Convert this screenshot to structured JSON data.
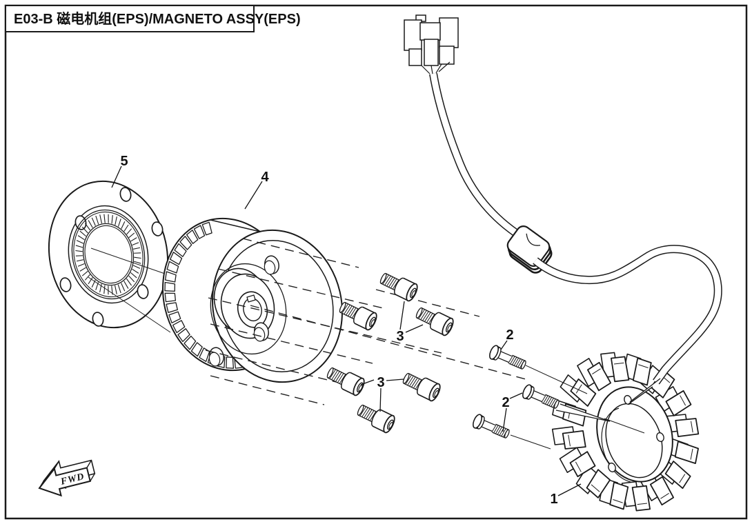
{
  "header": {
    "title": "E03-B 磁电机组(EPS)/MAGNETO ASSY(EPS)"
  },
  "callouts": {
    "n1": "1",
    "n2_upper": "2",
    "n2_lower": "2",
    "n3_upper": "3",
    "n3_lower": "3",
    "n4": "4",
    "n5": "5"
  },
  "fwd": {
    "label": "FWD"
  },
  "colors": {
    "line": "#1a1a1a",
    "background": "#ffffff"
  }
}
